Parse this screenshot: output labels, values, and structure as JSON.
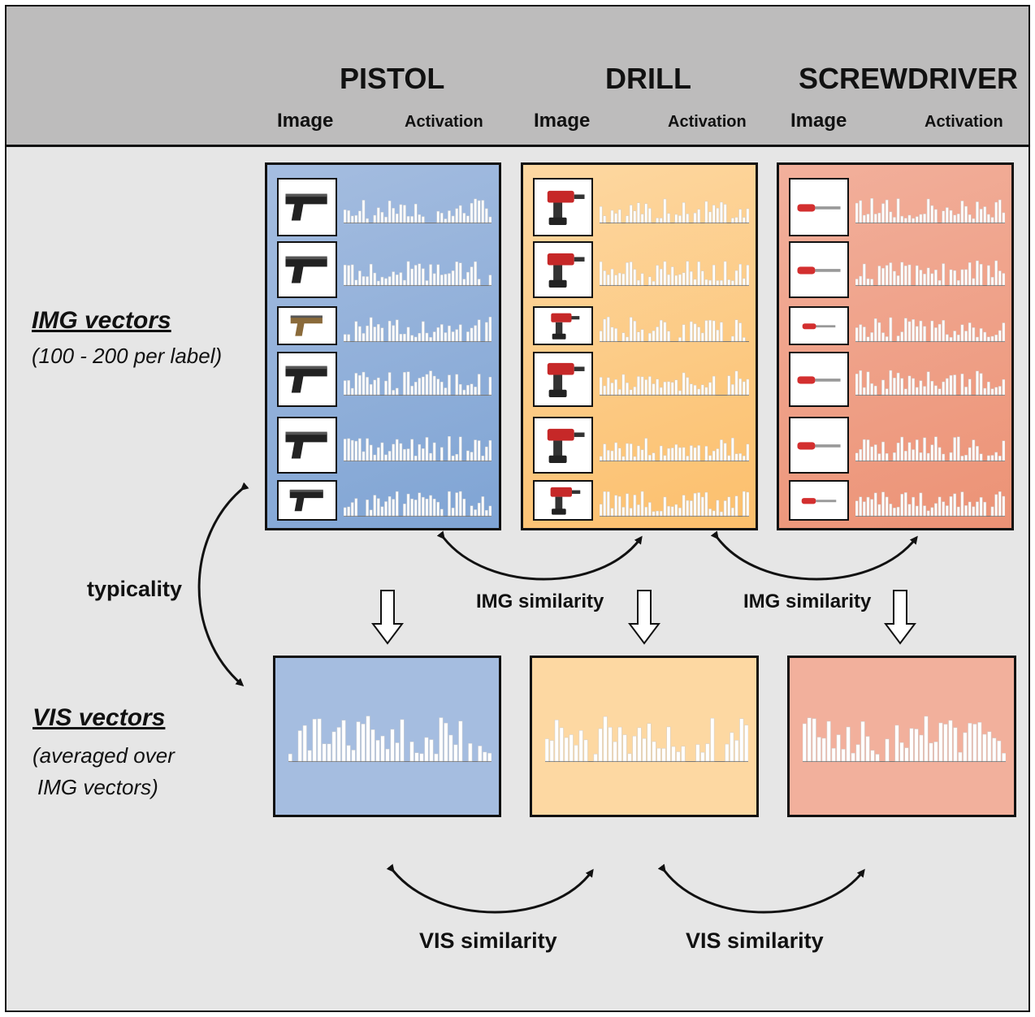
{
  "header": {
    "categories": [
      "PISTOL",
      "DRILL",
      "SCREWDRIVER"
    ],
    "image_label": "Image",
    "activation_label": "Activation"
  },
  "sidebar": {
    "img_title": "IMG vectors",
    "img_sub": "(100 - 200 per label)",
    "typicality": "typicality",
    "vis_title": "VIS vectors",
    "vis_sub_1": "(averaged over",
    "vis_sub_2": "IMG vectors)"
  },
  "relations": {
    "img_similarity": "IMG similarity",
    "vis_similarity": "VIS similarity"
  },
  "colors": {
    "pistol": [
      "#a5bde0",
      "#7fa4d4"
    ],
    "drill": [
      "#fdd8a2",
      "#fcbf6c"
    ],
    "screwdriver": [
      "#f2b09c",
      "#ec9275"
    ],
    "header_bg": "#bdbcbc",
    "body_bg": "#e6e6e6"
  },
  "panels": [
    {
      "category": "pistol",
      "items": [
        "pistol-icon",
        "pistol-icon",
        "flintlock-pistol-icon",
        "pistol-icon",
        "pistol-icon",
        "pistol-icon"
      ]
    },
    {
      "category": "drill",
      "items": [
        "drill-icon",
        "drill-icon",
        "drill-icon",
        "drill-icon",
        "hammer-drill-icon",
        "drill-icon"
      ]
    },
    {
      "category": "screwdriver",
      "items": [
        "screwdriver-icon",
        "screwdriver-icon",
        "screwdriver-icon",
        "screwdriver-icon",
        "screwdriver-icon",
        "screwdriver-icon"
      ]
    }
  ]
}
